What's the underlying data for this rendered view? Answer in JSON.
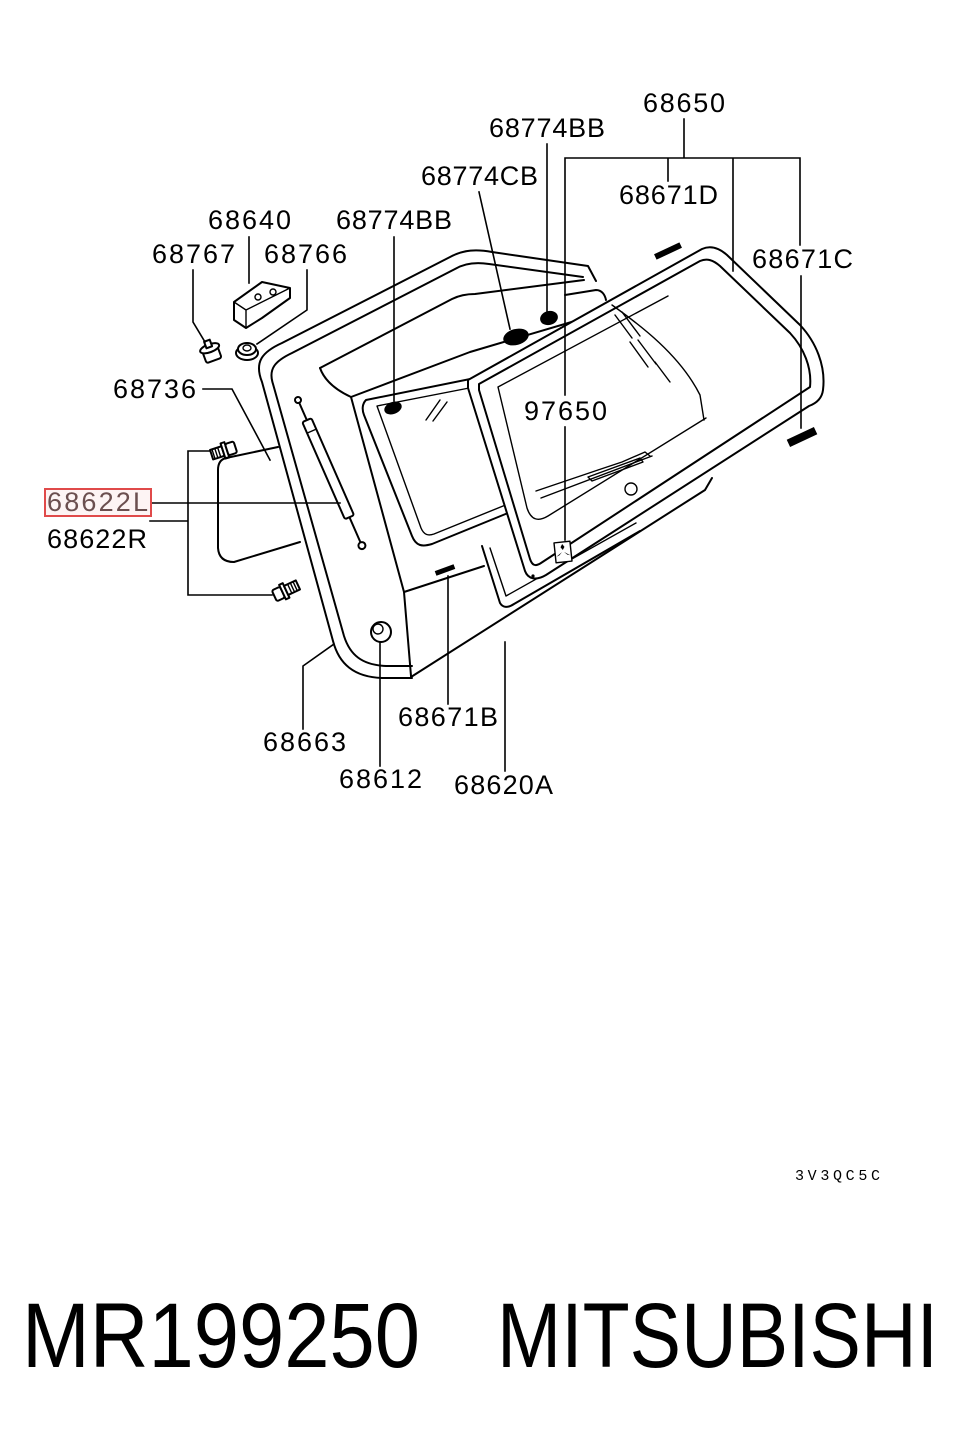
{
  "diagram": {
    "labels": {
      "l68650": "68650",
      "l68774BB_a": "68774BB",
      "l68774CB": "68774CB",
      "l68671D": "68671D",
      "l68640": "68640",
      "l68774BB_b": "68774BB",
      "l68767": "68767",
      "l68766": "68766",
      "l68671C": "68671C",
      "l68736": "68736",
      "l97650": "97650",
      "l68622L": "68622L",
      "l68622R": "68622R",
      "l68671B": "68671B",
      "l68663": "68663",
      "l68612": "68612",
      "l68620A": "68620A"
    },
    "drawing_code": "3V3QC5C"
  },
  "footer": {
    "part_number": "MR199250",
    "brand": "MITSUBISHI"
  },
  "colors": {
    "ink": "#000000",
    "highlight": "#e04a4a",
    "highlight_text": "#6b4f4f",
    "background": "#ffffff"
  }
}
